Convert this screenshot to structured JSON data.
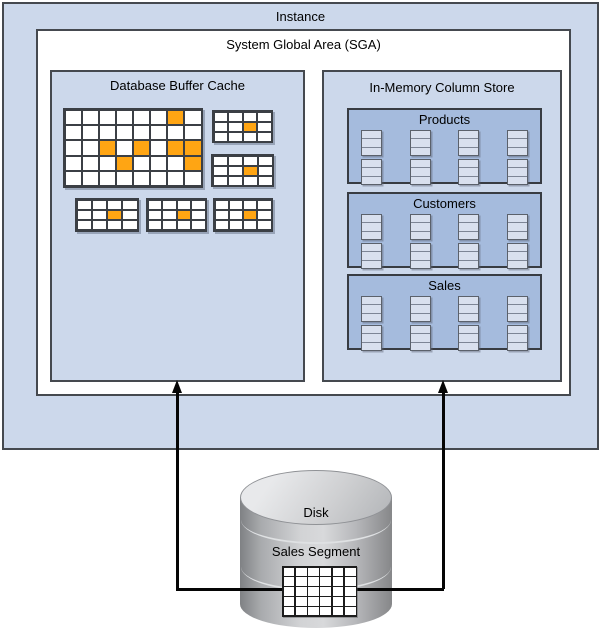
{
  "instance": {
    "label": "Instance"
  },
  "sga": {
    "label": "System Global Area (SGA)"
  },
  "buffer_cache": {
    "label": "Database Buffer Cache",
    "grids": [
      {
        "id": "large-extent",
        "rows": 5,
        "cols": 8,
        "orange_cells": [
          [
            0,
            6
          ],
          [
            2,
            2
          ],
          [
            2,
            4
          ],
          [
            2,
            6
          ],
          [
            2,
            7
          ],
          [
            3,
            3
          ],
          [
            3,
            7
          ]
        ]
      },
      {
        "id": "small-extent-1",
        "rows": 3,
        "cols": 4,
        "orange_cells": [
          [
            1,
            2
          ]
        ]
      },
      {
        "id": "small-extent-2",
        "rows": 3,
        "cols": 4,
        "orange_cells": [
          [
            1,
            2
          ]
        ]
      },
      {
        "id": "small-extent-3",
        "rows": 3,
        "cols": 4,
        "orange_cells": [
          [
            1,
            2
          ]
        ]
      },
      {
        "id": "small-extent-4",
        "rows": 3,
        "cols": 4,
        "orange_cells": [
          [
            1,
            2
          ]
        ]
      },
      {
        "id": "small-extent-5",
        "rows": 3,
        "cols": 4,
        "orange_cells": [
          [
            1,
            2
          ]
        ]
      }
    ]
  },
  "column_store": {
    "label": "In-Memory Column Store",
    "columns_per_table": 4,
    "stacks_per_column": 2,
    "stripes_per_stack": 3,
    "tables": [
      {
        "name": "Products"
      },
      {
        "name": "Customers"
      },
      {
        "name": "Sales"
      }
    ]
  },
  "disk": {
    "label": "Disk",
    "segment_label": "Sales Segment",
    "grid": {
      "rows": 5,
      "cols": 6,
      "orange_cells": []
    }
  },
  "colors": {
    "panel_blue": "#ccd8eb",
    "table_blue": "#a5bbdd",
    "orange": "#ffa513",
    "grid_line": "#3b3f45",
    "line_dark": "#45494f",
    "stripe_fill": "#d9e0ee",
    "stripe_line": "#7d8595"
  }
}
